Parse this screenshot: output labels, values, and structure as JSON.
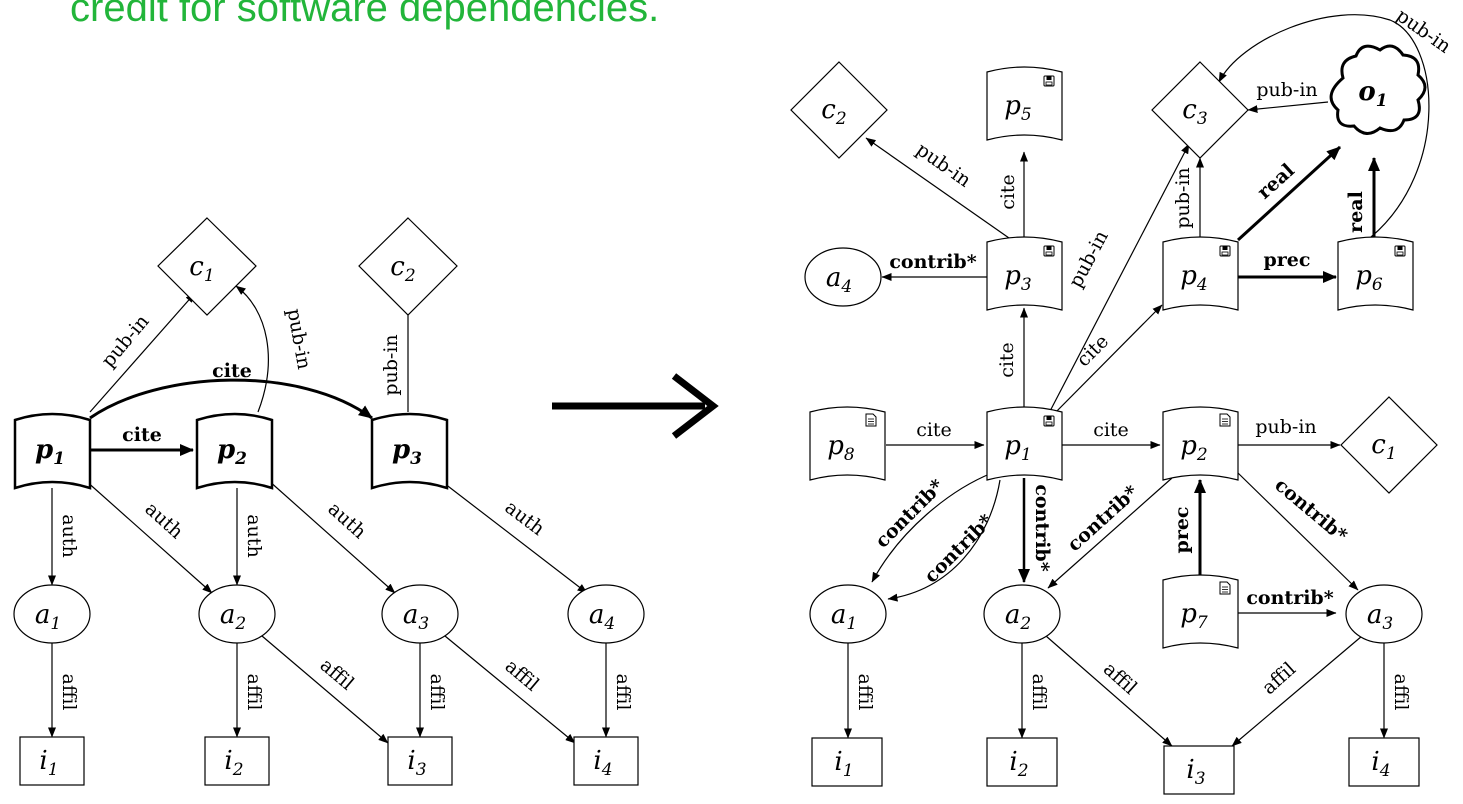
{
  "headline": "credit for software dependencies.",
  "colors": {
    "headline": "#22b53a",
    "ink": "#000000"
  },
  "left_diagram": {
    "nodes": {
      "p1": {
        "sym": "p",
        "sub": "1"
      },
      "p2": {
        "sym": "p",
        "sub": "2"
      },
      "p3": {
        "sym": "p",
        "sub": "3"
      },
      "c1": {
        "sym": "c",
        "sub": "1"
      },
      "c2": {
        "sym": "c",
        "sub": "2"
      },
      "a1": {
        "sym": "a",
        "sub": "1"
      },
      "a2": {
        "sym": "a",
        "sub": "2"
      },
      "a3": {
        "sym": "a",
        "sub": "3"
      },
      "a4": {
        "sym": "a",
        "sub": "4"
      },
      "i1": {
        "sym": "i",
        "sub": "1"
      },
      "i2": {
        "sym": "i",
        "sub": "2"
      },
      "i3": {
        "sym": "i",
        "sub": "3"
      },
      "i4": {
        "sym": "i",
        "sub": "4"
      }
    },
    "labels": {
      "pub_in_p1_c1": "pub-in",
      "pub_in_p2_c1": "pub-in",
      "pub_in_p3_c2": "pub-in",
      "cite_p1_p3": "cite",
      "cite_p1_p2": "cite",
      "auth_p1_a1": "auth",
      "auth_p1_a2": "auth",
      "auth_p2_a2": "auth",
      "auth_p2_a3": "auth",
      "auth_p3_a4": "auth",
      "affil_a1_i1": "affil",
      "affil_a2_i2": "affil",
      "affil_a2_i3": "affil",
      "affil_a3_i3": "affil",
      "affil_a3_i4": "affil",
      "affil_a4_i4": "affil"
    }
  },
  "right_diagram": {
    "nodes": {
      "c2": {
        "sym": "c",
        "sub": "2"
      },
      "p5": {
        "sym": "p",
        "sub": "5"
      },
      "c3": {
        "sym": "c",
        "sub": "3"
      },
      "o1": {
        "sym": "o",
        "sub": "1"
      },
      "a4": {
        "sym": "a",
        "sub": "4"
      },
      "p3": {
        "sym": "p",
        "sub": "3"
      },
      "p4": {
        "sym": "p",
        "sub": "4"
      },
      "p6": {
        "sym": "p",
        "sub": "6"
      },
      "p8": {
        "sym": "p",
        "sub": "8"
      },
      "p1": {
        "sym": "p",
        "sub": "1"
      },
      "p2": {
        "sym": "p",
        "sub": "2"
      },
      "c1": {
        "sym": "c",
        "sub": "1"
      },
      "p7": {
        "sym": "p",
        "sub": "7"
      },
      "a1": {
        "sym": "a",
        "sub": "1"
      },
      "a2": {
        "sym": "a",
        "sub": "2"
      },
      "a3": {
        "sym": "a",
        "sub": "3"
      },
      "i1": {
        "sym": "i",
        "sub": "1"
      },
      "i2": {
        "sym": "i",
        "sub": "2"
      },
      "i3": {
        "sym": "i",
        "sub": "3"
      },
      "i4": {
        "sym": "i",
        "sub": "4"
      }
    },
    "labels": {
      "pub_in_o1_loop": "pub-in",
      "pub_in_o1_c3": "pub-in",
      "pub_in_p3_c2": "pub-in",
      "cite_p3_p5": "cite",
      "pub_in_p1_c3": "pub-in",
      "pub_in_p4_c3": "pub-in",
      "real_p4_o1": "real",
      "real_p6_o1": "real",
      "contrib_p3_a4": "contrib*",
      "prec_p4_p6": "prec",
      "cite_p1_p3": "cite",
      "cite_p1_p4": "cite",
      "cite_p8_p1": "cite",
      "cite_p1_p2": "cite",
      "pub_in_p2_c1": "pub-in",
      "contrib_a1_p1": "contrib*",
      "contrib_p1_a1": "contrib*",
      "contrib_p1_a2": "contrib*",
      "contrib_p2_a2": "contrib*",
      "contrib_p2_a3": "contrib*",
      "prec_p7_p2": "prec",
      "contrib_p7_a3": "contrib*",
      "affil_a1_i1": "affil",
      "affil_a2_i2": "affil",
      "affil_a2_i3": "affil",
      "affil_a3_i3": "affil",
      "affil_a3_i4": "affil"
    }
  }
}
